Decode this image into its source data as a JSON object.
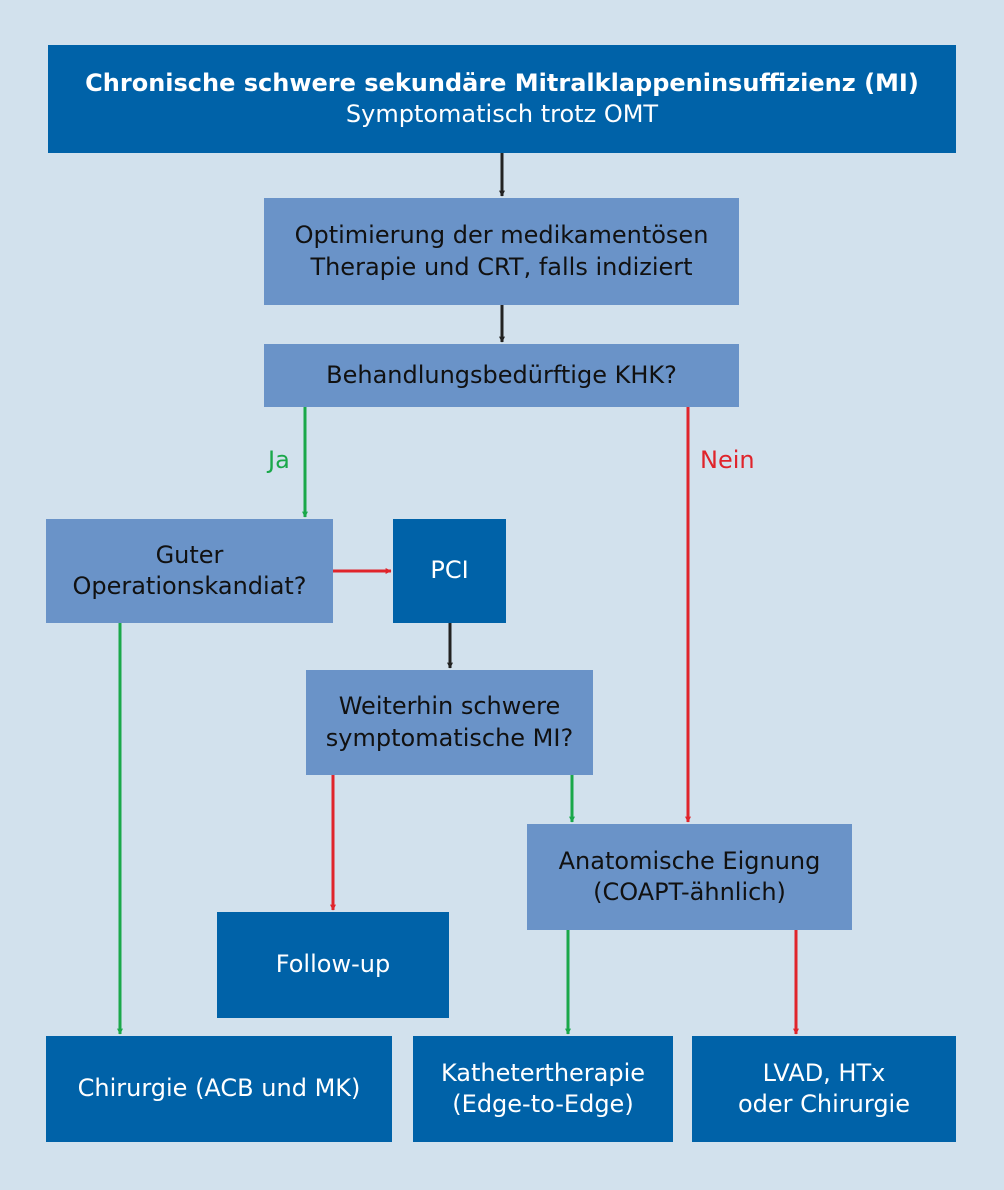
{
  "nodes": {
    "top": {
      "title": "Chronische schwere sekundäre Mitralklappeninsuffizienz (MI)",
      "subtitle": "Symptomatisch trotz OMT"
    },
    "optimize": {
      "line1": "Optimierung der medikamentösen",
      "line2": "Therapie und CRT, falls indiziert"
    },
    "khk": {
      "text": "Behandlungsbedürftige KHK?"
    },
    "op_candidate": {
      "line1": "Guter",
      "line2": "Operationskandiat?"
    },
    "pci": {
      "text": "PCI"
    },
    "still_severe": {
      "line1": "Weiterhin schwere",
      "line2": "symptomatische MI?"
    },
    "anatomy": {
      "line1": "Anatomische Eignung",
      "line2": "(COAPT-ähnlich)"
    },
    "followup": {
      "text": "Follow-up"
    },
    "surgery": {
      "text": "Chirurgie (ACB und MK)"
    },
    "catheter": {
      "line1": "Kathetertherapie",
      "line2": "(Edge-to-Edge)"
    },
    "lvad": {
      "line1": "LVAD, HTx",
      "line2": "oder Chirurgie"
    }
  },
  "edge_labels": {
    "yes": "Ja",
    "no": "Nein"
  },
  "colors": {
    "background": "#d2e1ed",
    "dark_box": "#0062a8",
    "light_box": "#6a93c8",
    "yes_arrow": "#1aa84a",
    "no_arrow": "#e0242b",
    "neutral_arrow": "#222222"
  }
}
